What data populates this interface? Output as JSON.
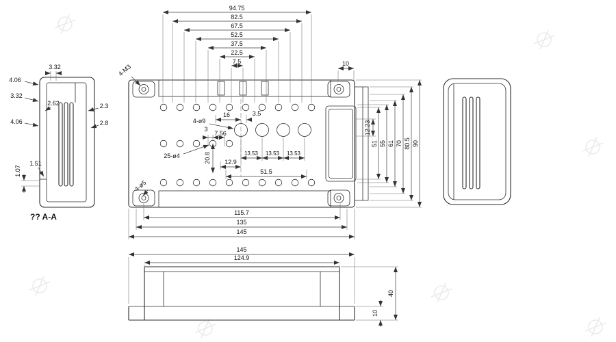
{
  "drawing": {
    "section_label": "?? A-A",
    "sec": {
      "d1": "3.32",
      "d2": "4.06",
      "d3": "3.32",
      "d4": "2.62",
      "d5": "4.06",
      "d6": "2.3",
      "d7": "2.8",
      "d8": "1.51",
      "d9": "1.07"
    },
    "top": {
      "chain": [
        "94.75",
        "82.5",
        "67.5",
        "52.5",
        "37.5",
        "22.5",
        "7.5"
      ],
      "d10": "10",
      "m3": "4-M3",
      "d9h": "4-ø9",
      "d4h": "25-ø4",
      "d5h": "4-ø5",
      "i16": "16",
      "i35": "3.5",
      "i756": "7.56",
      "i3": "3",
      "i208": "20.8",
      "i1353a": "13.53",
      "i1353b": "13.53",
      "i1353c": "13.53",
      "i129": "12.9",
      "i515": "51.5",
      "i1223": "12.23",
      "right": [
        "51",
        "55",
        "61",
        "70",
        "80.5",
        "90"
      ],
      "bottom": [
        "115.7",
        "135",
        "145"
      ]
    },
    "front": {
      "w1": "145",
      "w2": "124.9",
      "h1": "40",
      "h2": "10"
    }
  }
}
